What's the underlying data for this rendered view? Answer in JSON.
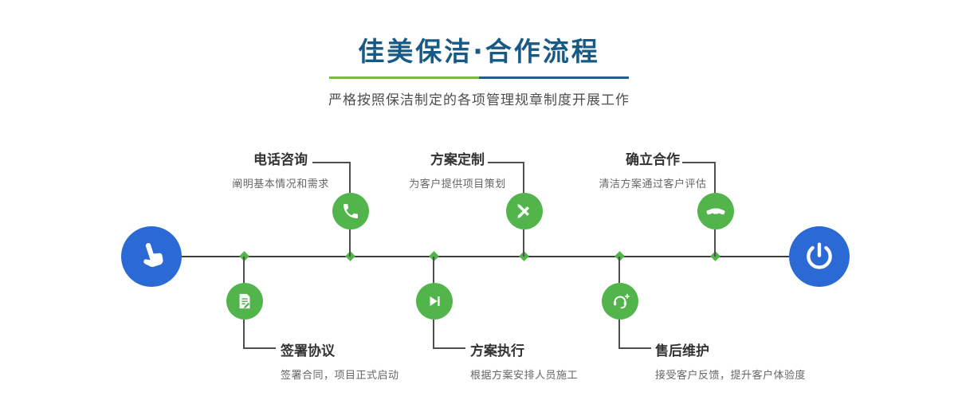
{
  "header": {
    "title": "佳美保洁·合作流程",
    "subtitle": "严格按照保洁制定的各项管理规章制度开展工作"
  },
  "steps": [
    {
      "title": "电话咨询",
      "desc": "阐明基本情况和需求",
      "icon": "phone-icon",
      "position": "top"
    },
    {
      "title": "签署协议",
      "desc": "签署合同，项目正式启动",
      "icon": "sign-contract-icon",
      "position": "bottom"
    },
    {
      "title": "方案定制",
      "desc": "为客户提供项目策划",
      "icon": "plan-design-icon",
      "position": "top"
    },
    {
      "title": "方案执行",
      "desc": "根据方案安排人员施工",
      "icon": "plan-execute-icon",
      "position": "bottom"
    },
    {
      "title": "确立合作",
      "desc": "清洁方案通过客户评估",
      "icon": "handshake-icon",
      "position": "top"
    },
    {
      "title": "售后维护",
      "desc": "接受客户反馈，提升客户体验度",
      "icon": "after-sales-icon",
      "position": "bottom"
    }
  ],
  "endpoints": {
    "start_icon": "hand-pointer-icon",
    "end_icon": "power-icon"
  },
  "colors": {
    "title_blue": "#175a86",
    "divider_green": "#79b93c",
    "divider_blue": "#1f5f8b",
    "node_green": "#52b54b",
    "endpoint_blue": "#2b69d5",
    "line_dark": "#3f3f3f"
  }
}
